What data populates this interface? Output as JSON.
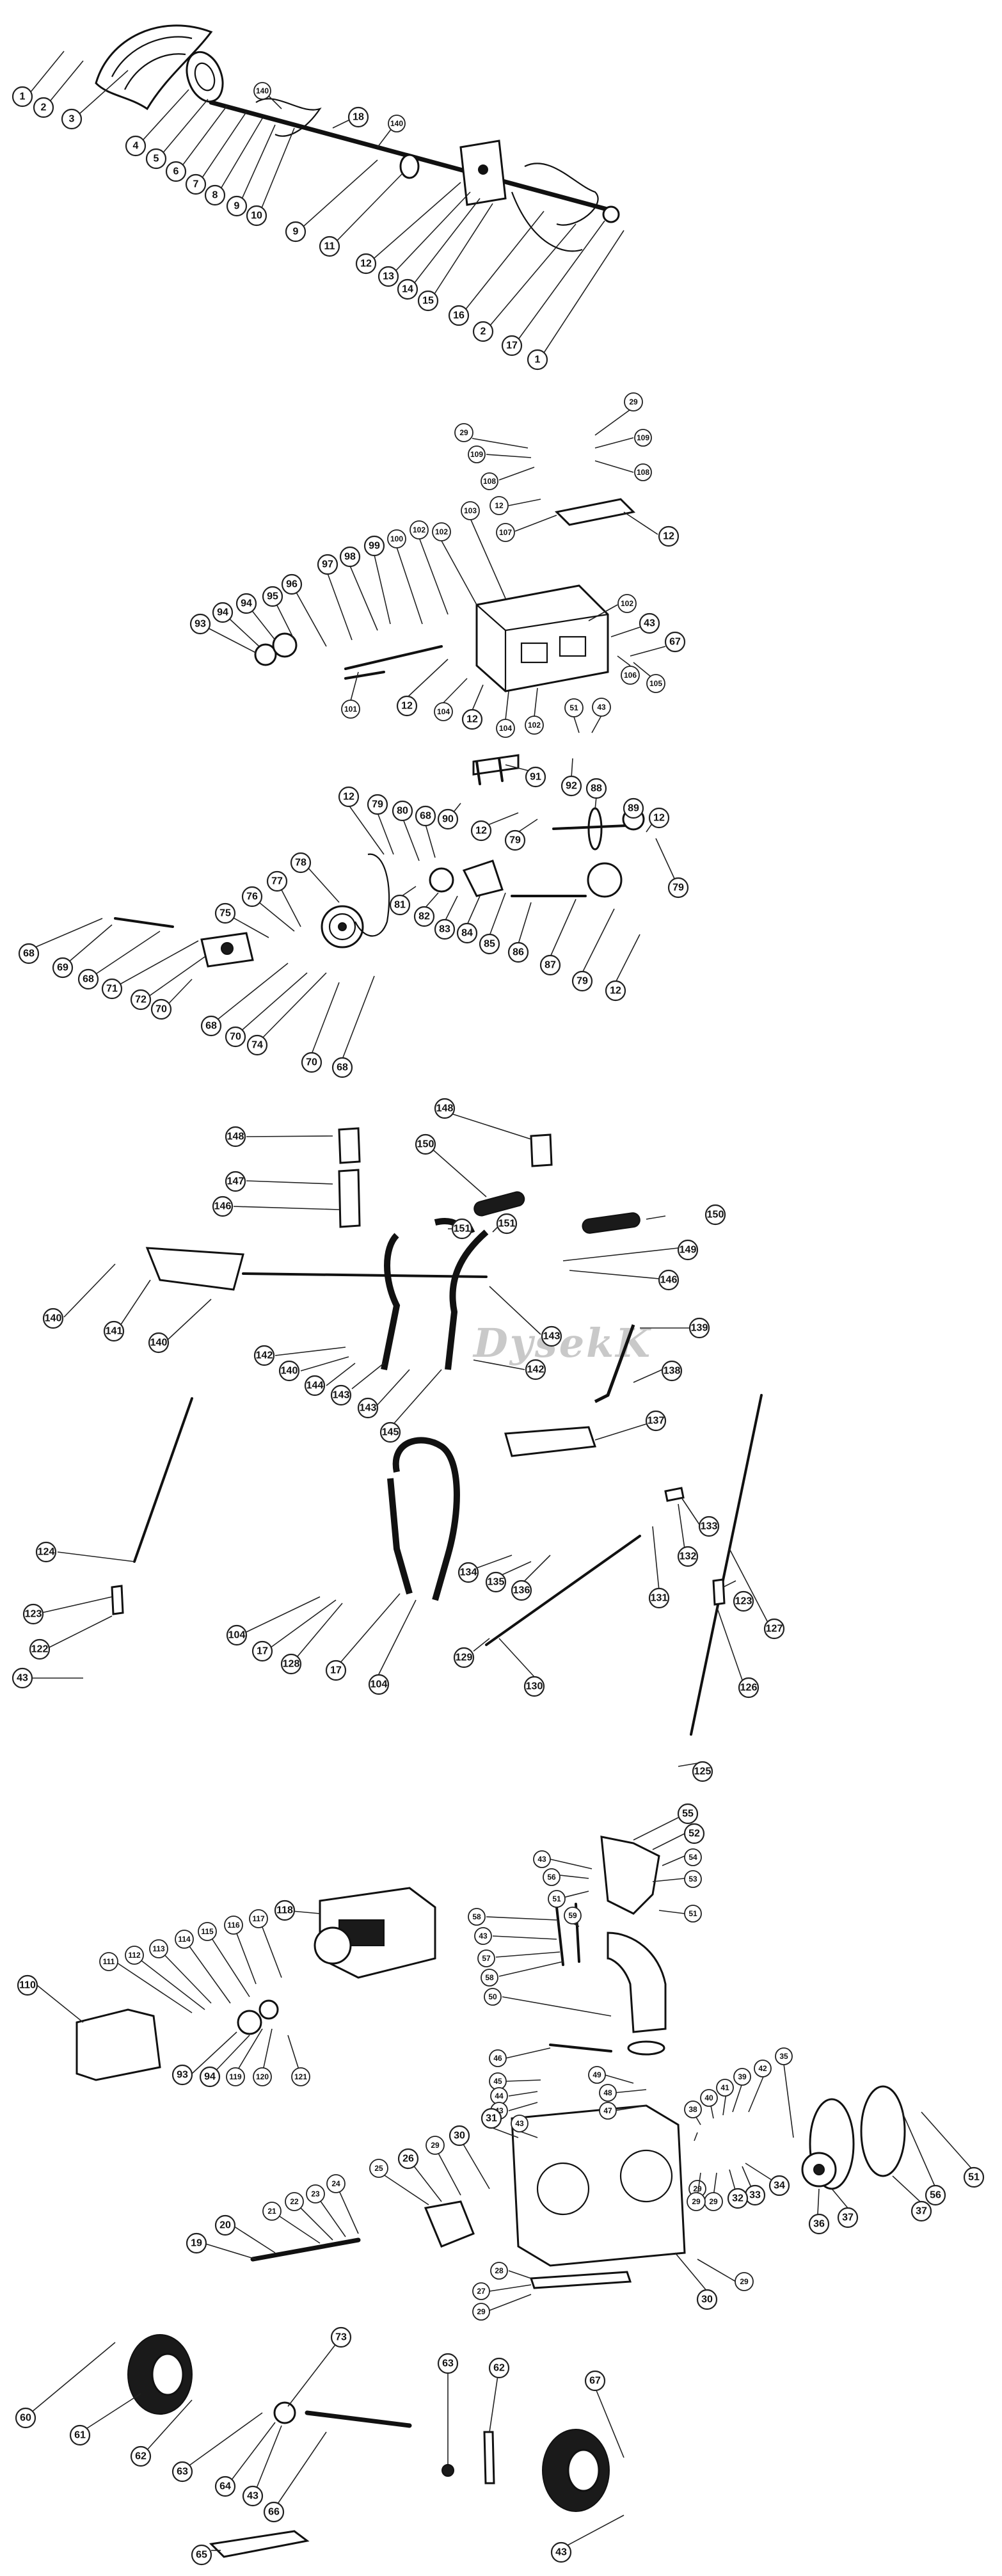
{
  "watermark": "DysekK",
  "callouts": {
    "s1": [
      "1",
      "2",
      "3",
      "4",
      "5",
      "6",
      "7",
      "8",
      "9",
      "10",
      "9",
      "11",
      "12",
      "13",
      "14",
      "15",
      "16",
      "2",
      "17",
      "1",
      "140",
      "18",
      "140"
    ],
    "s2": [
      "29",
      "29",
      "109",
      "109",
      "108",
      "108",
      "12",
      "107",
      "12",
      "102",
      "103",
      "100",
      "102",
      "99",
      "98",
      "97",
      "96",
      "95",
      "94",
      "94",
      "93",
      "101",
      "12",
      "104",
      "12",
      "104",
      "102",
      "102",
      "43",
      "67",
      "106",
      "105",
      "51",
      "43"
    ],
    "s3": [
      "91",
      "92",
      "88",
      "89",
      "12",
      "79",
      "12",
      "79",
      "80",
      "68",
      "90",
      "12",
      "79",
      "78",
      "77",
      "76",
      "75",
      "81",
      "82",
      "83",
      "84",
      "85",
      "86",
      "87",
      "79",
      "12",
      "68",
      "69",
      "68",
      "71",
      "72",
      "70",
      "68",
      "70",
      "74",
      "70",
      "68"
    ],
    "s4": [
      "148",
      "148",
      "150",
      "147",
      "146",
      "151",
      "151",
      "150",
      "149",
      "146",
      "140",
      "141",
      "140",
      "143",
      "139",
      "142",
      "140",
      "144",
      "143",
      "143",
      "142",
      "138",
      "145",
      "137",
      "124",
      "133",
      "132",
      "131",
      "127",
      "123",
      "104",
      "17",
      "128",
      "134",
      "135",
      "136",
      "123",
      "122",
      "17",
      "104",
      "129",
      "130",
      "126",
      "43",
      "125"
    ],
    "s5": [
      "55",
      "52",
      "43",
      "56",
      "54",
      "53",
      "51",
      "51",
      "58",
      "43",
      "59",
      "57",
      "58",
      "50",
      "118",
      "117",
      "116",
      "115",
      "114",
      "113",
      "112",
      "111",
      "110",
      "93",
      "94",
      "119",
      "120",
      "121",
      "46",
      "45",
      "44",
      "43",
      "49",
      "48",
      "47",
      "43",
      "35",
      "42",
      "39",
      "41",
      "40",
      "38",
      "29",
      "31",
      "30",
      "29",
      "26",
      "25",
      "24",
      "23",
      "22",
      "21",
      "20",
      "19",
      "37",
      "37",
      "36",
      "34",
      "33",
      "32",
      "29",
      "29",
      "56",
      "51",
      "28",
      "27",
      "29",
      "30",
      "29"
    ],
    "s6": [
      "73",
      "60",
      "61",
      "62",
      "63",
      "64",
      "43",
      "66",
      "65",
      "63",
      "62",
      "67",
      "43"
    ]
  }
}
